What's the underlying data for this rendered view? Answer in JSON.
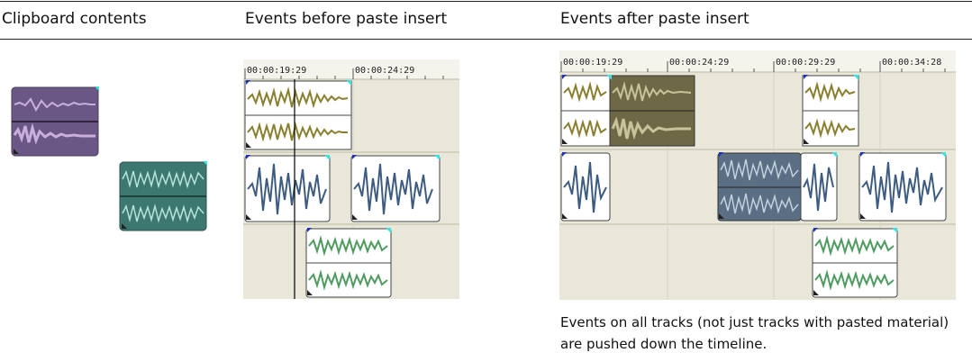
{
  "headers": {
    "clipboard": "Clipboard contents",
    "before": "Events before paste insert",
    "after": "Events after paste insert"
  },
  "note": "Events on all tracks (not just tracks with pasted material) are pushed down the timeline.",
  "before_ruler": [
    "00:00:19:29",
    "00:00:24:29"
  ],
  "after_ruler": [
    "00:00:19:29",
    "00:00:24:29",
    "00:00:29:29",
    "00:00:34:28"
  ],
  "colors": {
    "purple": "#9e7db8",
    "purple_dark": "#6b5785",
    "teal": "#5aa39a",
    "teal_dark": "#3d7870",
    "olive": "#8a7f2f",
    "olive_selected": "#6f6846",
    "blue": "#3d5c7f",
    "blue_selected": "#5a6f84",
    "green": "#4e9b5f",
    "timeline_bg": "#e9e7d9"
  },
  "icons": [
    "fade-in-marker-icon",
    "fade-out-marker-icon",
    "corner-resize-icon"
  ]
}
